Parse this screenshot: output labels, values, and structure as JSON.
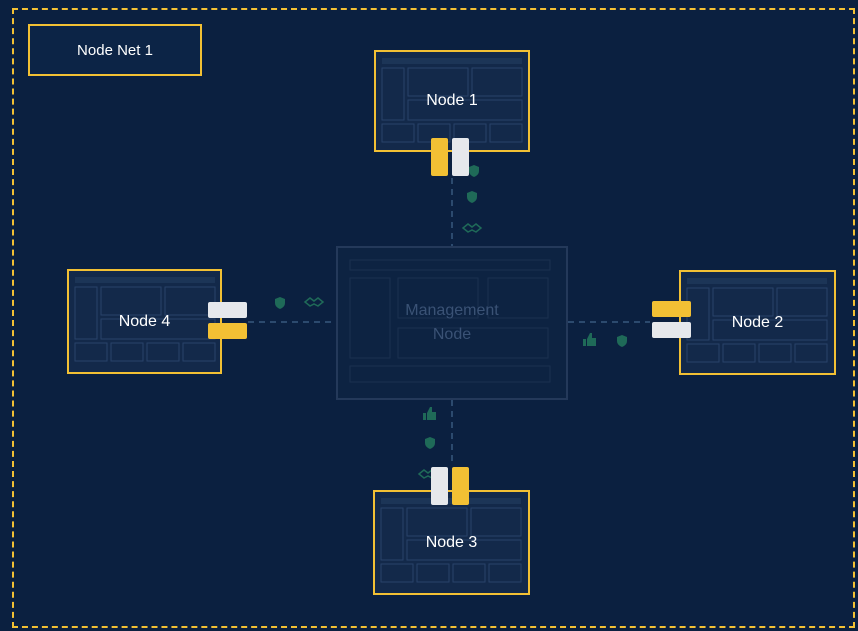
{
  "network": {
    "label": "Node Net 1"
  },
  "management": {
    "label": "Management\nNode"
  },
  "nodes": [
    {
      "id": "node-1",
      "label": "Node 1"
    },
    {
      "id": "node-2",
      "label": "Node 2"
    },
    {
      "id": "node-3",
      "label": "Node 3"
    },
    {
      "id": "node-4",
      "label": "Node 4"
    }
  ],
  "colors": {
    "background": "#0b2040",
    "accent_yellow": "#f2c034",
    "port_white": "#e6e8ec",
    "link_dashed": "#2c4a6e",
    "link_icon": "#1f6a58"
  },
  "icons": [
    "thumbs-up-icon",
    "shield-check-icon",
    "handshake-icon"
  ]
}
